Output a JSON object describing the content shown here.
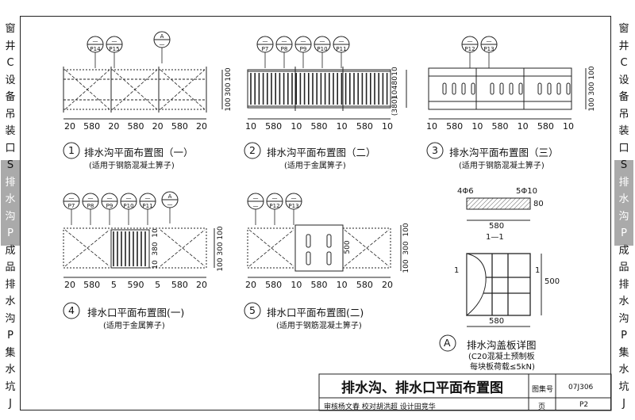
{
  "side_left": [
    "窗",
    "井",
    "C",
    "设",
    "备",
    "吊",
    "装",
    "口",
    "S",
    "排",
    "水",
    "沟",
    "P",
    "成",
    "品",
    "排",
    "水",
    "沟",
    "P",
    "集",
    "水",
    "坑",
    "J"
  ],
  "side_right": [
    "窗",
    "井",
    "C",
    "设",
    "备",
    "吊",
    "装",
    "口",
    "S",
    "排",
    "水",
    "沟",
    "P",
    "成",
    "品",
    "排",
    "水",
    "沟",
    "P",
    "集",
    "水",
    "坑",
    "J"
  ],
  "diagrams": [
    {
      "num": "1",
      "title": "排水沟平面布置图（一）",
      "note": "(适用于钢筋混凝土箅子)",
      "balloons": [
        [
          "—",
          "P14"
        ],
        [
          "—",
          "P15"
        ],
        [
          "A",
          "—"
        ]
      ],
      "dims_bottom": [
        "20",
        "580",
        "20",
        "580",
        "20",
        "580",
        "20"
      ],
      "dims_side": [
        "100",
        "300",
        "100"
      ]
    },
    {
      "num": "2",
      "title": "排水沟平面布置图（二）",
      "note": "(适用于金属箅子)",
      "balloons": [
        [
          "—",
          "P7"
        ],
        [
          "—",
          "P8"
        ],
        [
          "—",
          "P9"
        ],
        [
          "—",
          "P10"
        ],
        [
          "—",
          "P11"
        ]
      ],
      "dims_bottom": [
        "10",
        "580",
        "10",
        "580",
        "10",
        "580",
        "10"
      ],
      "dims_side": [
        "10",
        "480",
        "10",
        "(380)"
      ]
    },
    {
      "num": "3",
      "title": "排水沟平面布置图（三）",
      "note": "(适用于钢筋混凝土箅子)",
      "balloons": [
        [
          "—",
          "P12"
        ],
        [
          "—",
          "P13"
        ]
      ],
      "dims_bottom": [
        "10",
        "580",
        "10",
        "580",
        "10",
        "580",
        "10"
      ],
      "dims_side": [
        "100",
        "300",
        "100"
      ]
    },
    {
      "num": "4",
      "title": "排水口平面布置图(一)",
      "note": "(适用于金属箅子)",
      "balloons": [
        [
          "—",
          "P7"
        ],
        [
          "—",
          "P8"
        ],
        [
          "—",
          "P9"
        ],
        [
          "—",
          "P10"
        ],
        [
          "—",
          "P11"
        ],
        [
          "A",
          "—"
        ]
      ],
      "dims_bottom": [
        "20",
        "580",
        "5",
        "590",
        "5",
        "580",
        "20"
      ],
      "dims_side": [
        "100",
        "300",
        "100"
      ],
      "dims_inner": [
        "10",
        "380",
        "10"
      ]
    },
    {
      "num": "5",
      "title": "排水口平面布置图(二)",
      "note": "(适用于钢筋混凝土箅子)",
      "balloons": [
        [
          "—",
          "—"
        ],
        [
          "—",
          "P12"
        ],
        [
          "—",
          "P13"
        ]
      ],
      "dims_bottom": [
        "20",
        "580",
        "10",
        "580",
        "10",
        "580",
        "20"
      ],
      "dims_side": [
        "100",
        "300",
        "100"
      ],
      "dims_inner": [
        "500"
      ]
    }
  ],
  "detail": {
    "label": "A",
    "title": "排水沟盖板详图",
    "note1": "(C20混凝土预制板",
    "note2": "每块板荷载≤5kN)",
    "rebar_left": "4Φ6",
    "rebar_right": "5Φ10",
    "thick": "80",
    "width_top": "580",
    "width_bottom": "580",
    "height": "500",
    "section": "1",
    "section_mark": "1—1"
  },
  "title_block": {
    "sheet_title": "排水沟、排水口平面布置图",
    "atlas_label": "图集号",
    "atlas_no": "07J306",
    "row2": "审核杨文春  校对胡洪超  设计田竞华",
    "page_label": "页",
    "page_no": "P2"
  }
}
